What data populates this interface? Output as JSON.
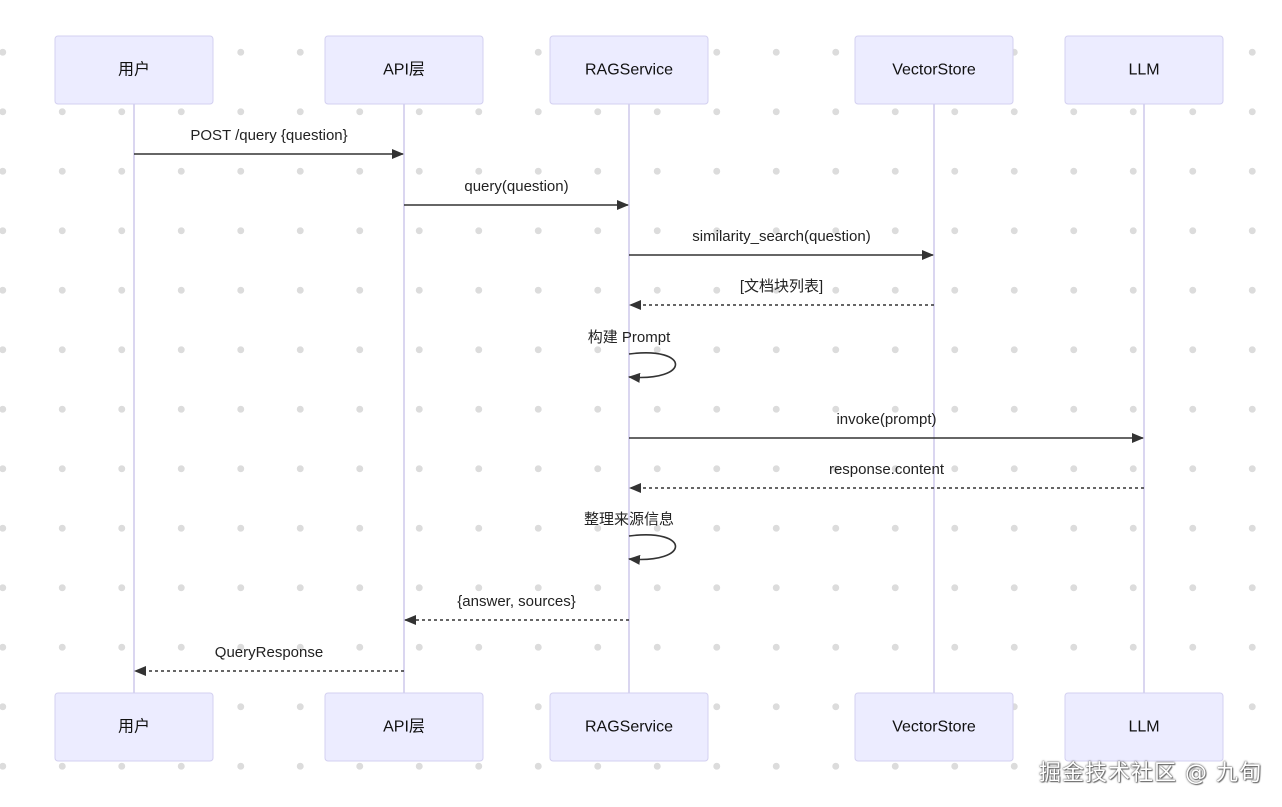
{
  "participants": [
    {
      "id": "user",
      "label": "用户"
    },
    {
      "id": "api",
      "label": "API层"
    },
    {
      "id": "rag",
      "label": "RAGService"
    },
    {
      "id": "vector",
      "label": "VectorStore"
    },
    {
      "id": "llm",
      "label": "LLM"
    }
  ],
  "messages": [
    {
      "from": "user",
      "to": "api",
      "label": "POST /query {question}",
      "style": "solid"
    },
    {
      "from": "api",
      "to": "rag",
      "label": "query(question)",
      "style": "solid"
    },
    {
      "from": "rag",
      "to": "vector",
      "label": "similarity_search(question)",
      "style": "solid"
    },
    {
      "from": "vector",
      "to": "rag",
      "label": "[文档块列表]",
      "style": "dashed"
    },
    {
      "from": "rag",
      "to": "rag",
      "label": "构建 Prompt",
      "style": "self"
    },
    {
      "from": "rag",
      "to": "llm",
      "label": "invoke(prompt)",
      "style": "solid"
    },
    {
      "from": "llm",
      "to": "rag",
      "label": "response.content",
      "style": "dashed"
    },
    {
      "from": "rag",
      "to": "rag",
      "label": "整理来源信息",
      "style": "self"
    },
    {
      "from": "rag",
      "to": "api",
      "label": "{answer, sources}",
      "style": "dashed"
    },
    {
      "from": "api",
      "to": "user",
      "label": "QueryResponse",
      "style": "dashed"
    }
  ],
  "watermark": "掘金技术社区 @ 九旬"
}
